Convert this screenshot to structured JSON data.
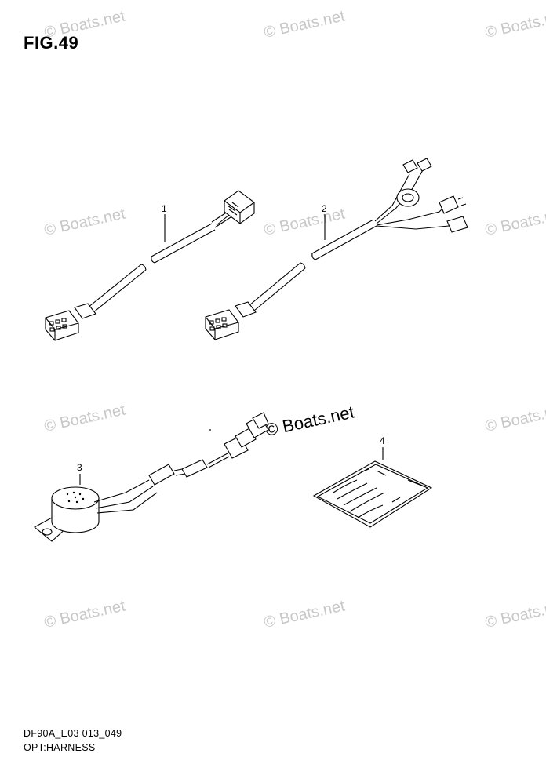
{
  "figure": {
    "title": "FIG.49",
    "model_code": "DF90A_E03 013_049",
    "caption": "OPT:HARNESS"
  },
  "callouts": [
    "1",
    "2",
    "3",
    "4"
  ],
  "watermark": {
    "text": "© Boats.net",
    "prominent_text": "© Boats.net"
  }
}
